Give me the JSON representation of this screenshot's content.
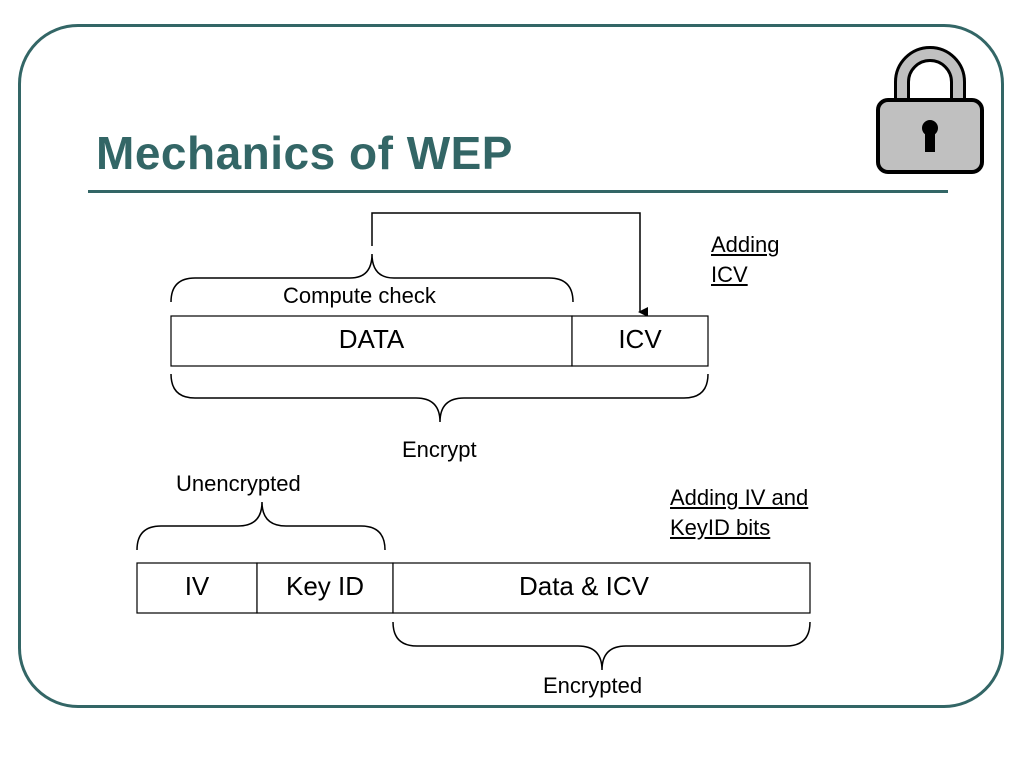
{
  "slide": {
    "title": "Mechanics of WEP",
    "lock_icon": "padlock-icon"
  },
  "top_diagram": {
    "brace_label": "Compute check",
    "cells": [
      "DATA",
      "ICV"
    ],
    "bottom_brace_label": "Encrypt",
    "note_line1": "Adding",
    "note_line2": "ICV"
  },
  "bottom_diagram": {
    "top_brace_label": "Unencrypted",
    "cells": [
      "IV",
      "Key ID",
      "Data & ICV"
    ],
    "bottom_brace_label": "Encrypted",
    "note_line1": "Adding IV and",
    "note_line2": "KeyID bits"
  },
  "colors": {
    "accent": "#336666",
    "lock_fill": "#c0c0c0"
  }
}
